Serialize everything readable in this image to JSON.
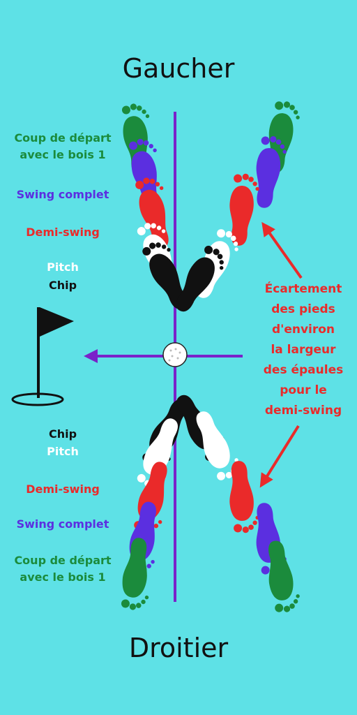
{
  "titles": {
    "top": "Gaucher",
    "bottom": "Droitier"
  },
  "labels": {
    "tee": {
      "line1": "Coup de départ",
      "line2": "avec le bois 1"
    },
    "full_swing": "Swing complet",
    "half_swing": "Demi-swing",
    "pitch": "Pitch",
    "chip": "Chip"
  },
  "note": [
    "Écartement",
    "des pieds",
    "d'environ",
    "la largeur",
    "des épaules",
    "pour le",
    "demi-swing"
  ],
  "colors": {
    "background": "#5ee1e6",
    "tee": "#1b8b3c",
    "full_swing": "#5b2fe0",
    "half_swing": "#ea2a2a",
    "pitch": "#ffffff",
    "chip": "#111111",
    "axis": "#7a22c9",
    "note": "#ea2a2a"
  },
  "icons": [
    "flag-icon",
    "golf-ball-icon",
    "footprint-icon",
    "arrow-icon"
  ]
}
